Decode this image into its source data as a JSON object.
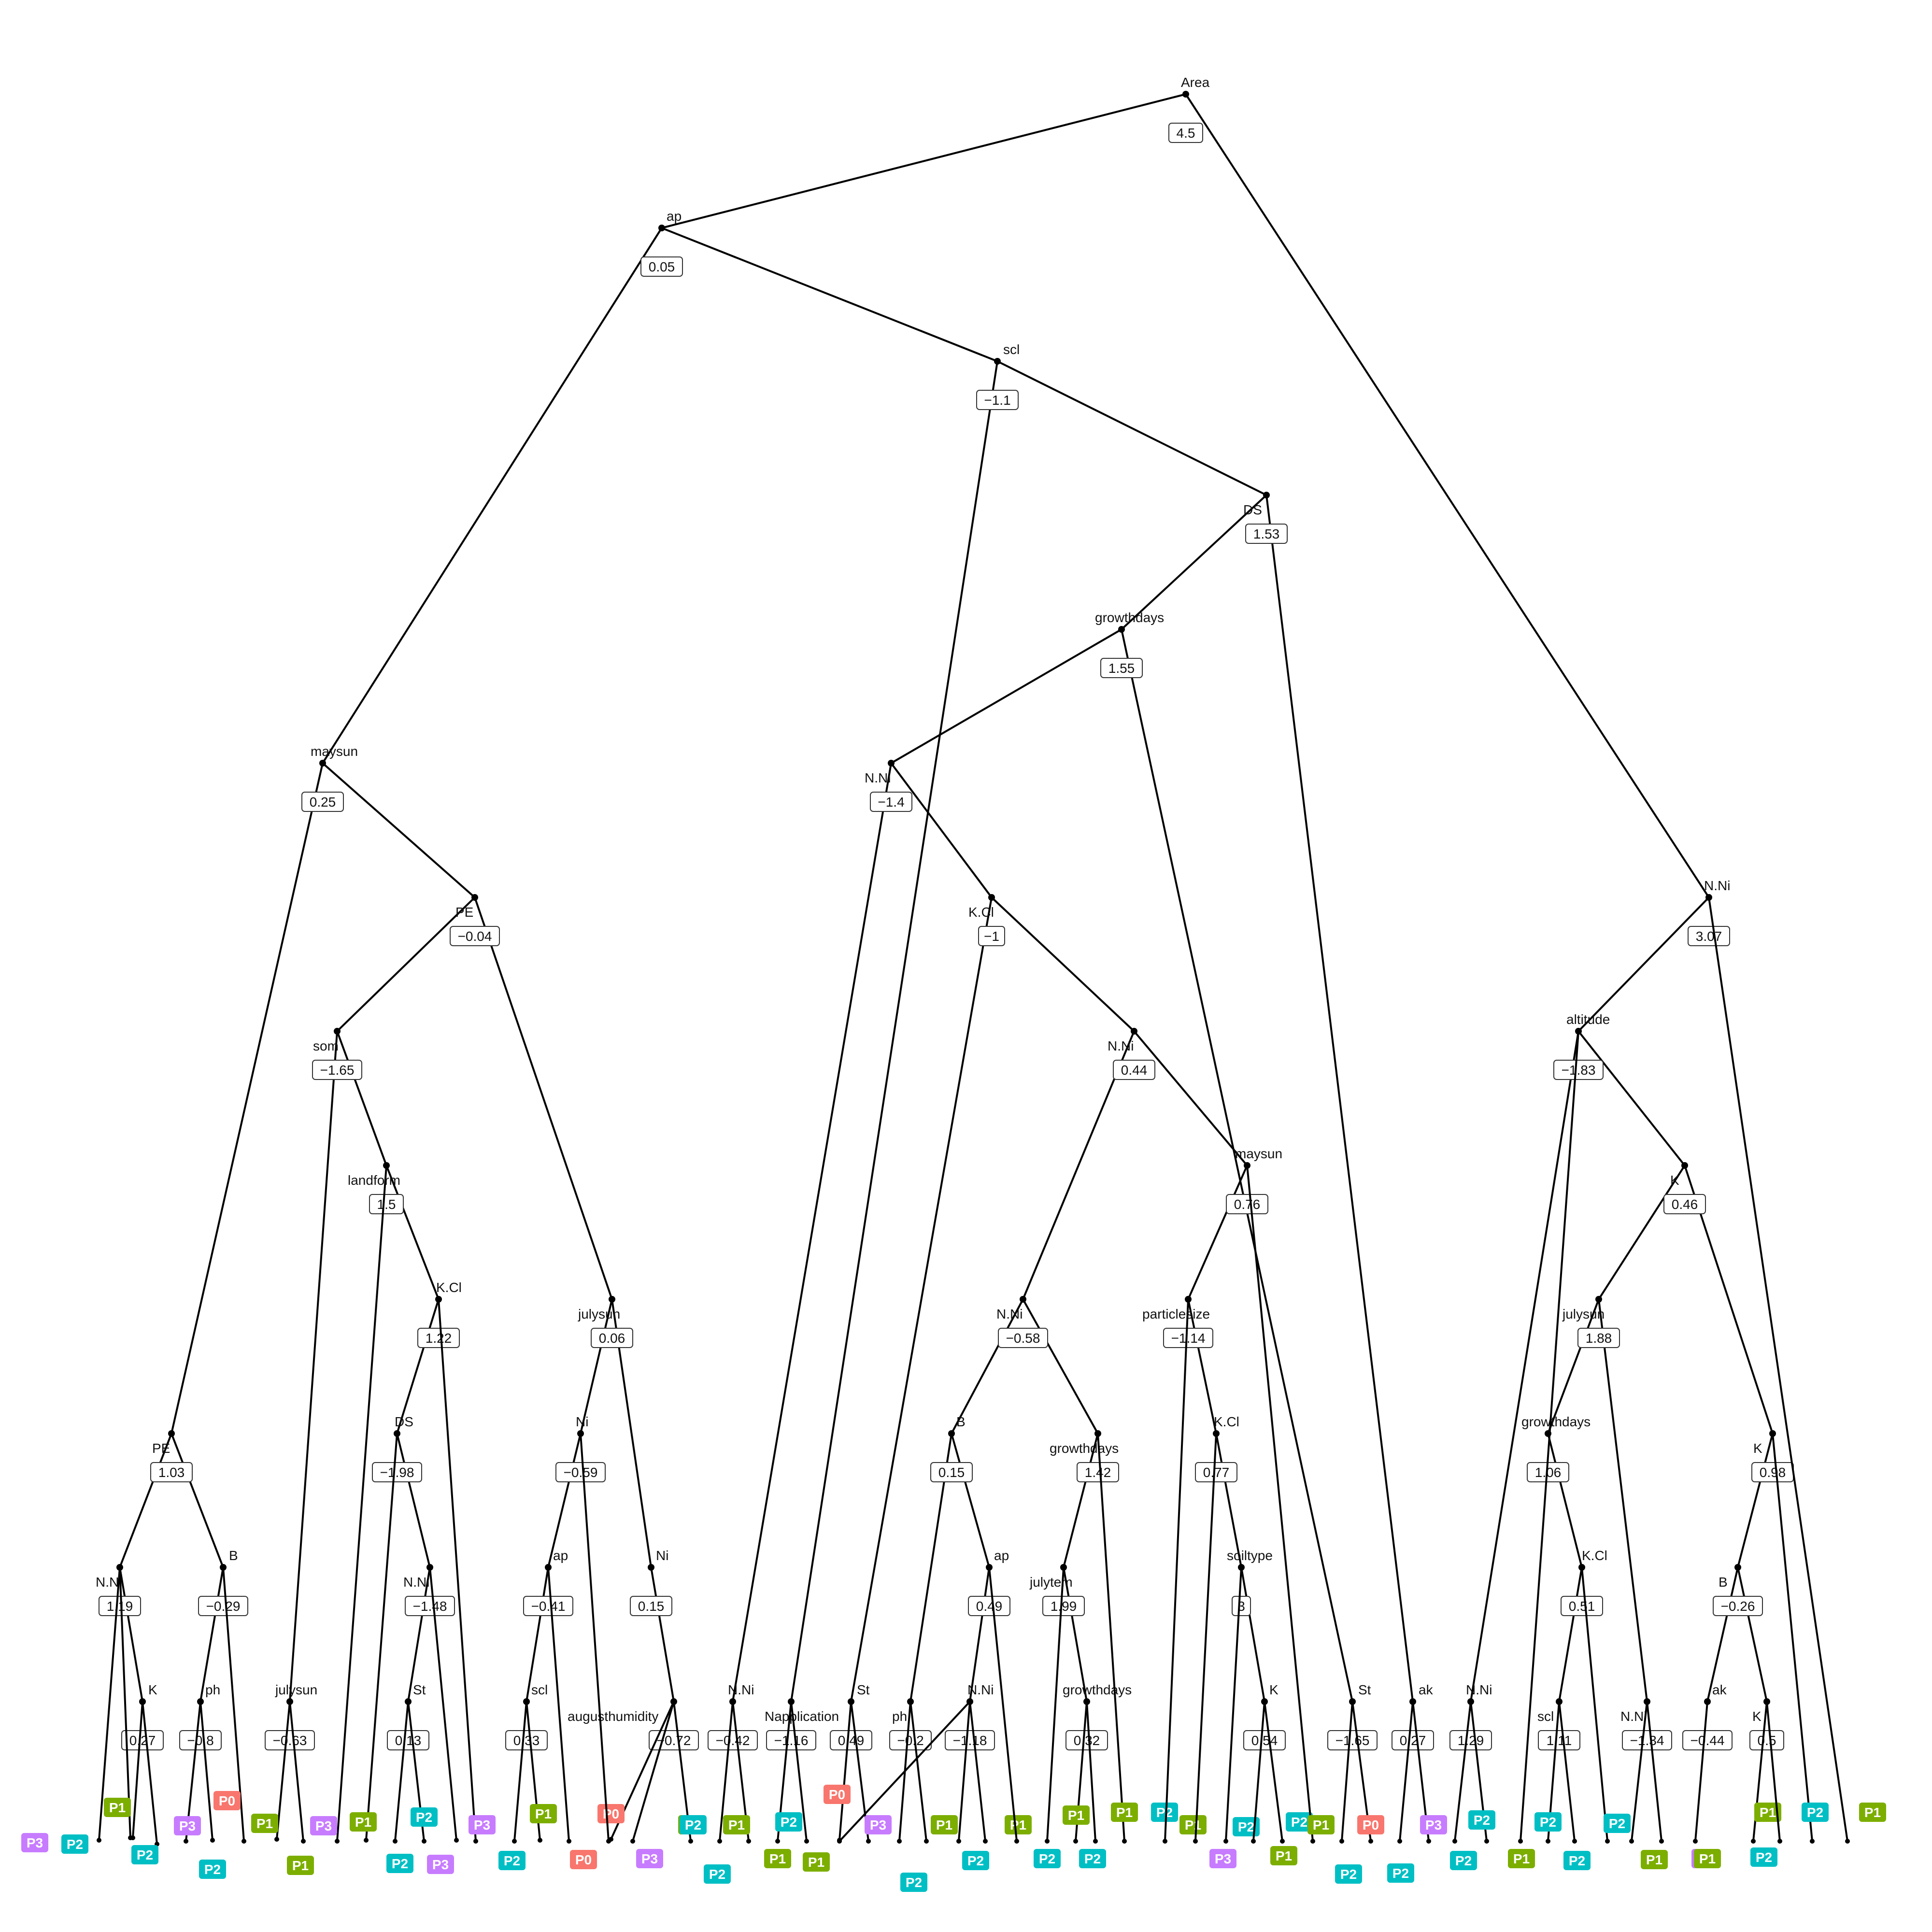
{
  "colors": {
    "P0": "#F8766D",
    "P1": "#7CAE00",
    "P2": "#00BFC4",
    "P3": "#C77CFF",
    "edge": "#000000"
  },
  "nodes": [
    {
      "id": "root",
      "label": "Area",
      "value": "4.5"
    },
    {
      "id": "ap",
      "label": "ap",
      "value": "0.05"
    },
    {
      "id": "scl",
      "label": "scl",
      "value": "−1.1"
    },
    {
      "id": "ds",
      "label": "DS",
      "value": "1.53"
    },
    {
      "id": "gd",
      "label": "growthdays",
      "value": "1.55"
    },
    {
      "id": "nni1",
      "label": "N.Ni",
      "value": "−1.4"
    },
    {
      "id": "kcl1",
      "label": "K.Cl",
      "value": "−1"
    },
    {
      "id": "nni2",
      "label": "N.Ni",
      "value": "0.44"
    },
    {
      "id": "maysun2",
      "label": "maysun",
      "value": "0.76"
    },
    {
      "id": "nni3",
      "label": "N.Ni",
      "value": "−0.58"
    },
    {
      "id": "psize",
      "label": "particlesize",
      "value": "−1.14"
    },
    {
      "id": "b2",
      "label": "B",
      "value": "0.15"
    },
    {
      "id": "gd2",
      "label": "growthdays",
      "value": "1.42"
    },
    {
      "id": "kcl2",
      "label": "K.Cl",
      "value": "0.77"
    },
    {
      "id": "ap3",
      "label": "ap",
      "value": "0.49"
    },
    {
      "id": "julytem",
      "label": "julytem",
      "value": "1.99"
    },
    {
      "id": "soiltype",
      "label": "soiltype",
      "value": "3"
    },
    {
      "id": "nni4",
      "label": "N.Ni",
      "value": "−1.18"
    },
    {
      "id": "gd3",
      "label": "growthdays",
      "value": "0.32"
    },
    {
      "id": "k5",
      "label": "K",
      "value": "0.54"
    },
    {
      "id": "ph2",
      "label": "ph",
      "value": "−0.2"
    },
    {
      "id": "st2",
      "label": "St",
      "value": "−1.65"
    },
    {
      "id": "ak1",
      "label": "ak",
      "value": "0.27"
    },
    {
      "id": "napp",
      "label": "Napplication",
      "value": "−1.16"
    },
    {
      "id": "st3",
      "label": "St",
      "value": "0.49"
    },
    {
      "id": "nni5",
      "label": "N.Ni",
      "value": "−0.42"
    },
    {
      "id": "maysun1",
      "label": "maysun",
      "value": "0.25"
    },
    {
      "id": "pe1",
      "label": "PE",
      "value": "−0.04"
    },
    {
      "id": "som",
      "label": "som",
      "value": "−1.65"
    },
    {
      "id": "landform",
      "label": "landform",
      "value": "1.5"
    },
    {
      "id": "kcl3",
      "label": "K.Cl",
      "value": "1.22"
    },
    {
      "id": "ds2",
      "label": "DS",
      "value": "−1.98"
    },
    {
      "id": "nni6",
      "label": "N.Ni",
      "value": "−1.48"
    },
    {
      "id": "st1",
      "label": "St",
      "value": "0.13"
    },
    {
      "id": "julysun1",
      "label": "julysun",
      "value": "0.06"
    },
    {
      "id": "ni1",
      "label": "Ni",
      "value": "−0.59"
    },
    {
      "id": "ap2",
      "label": "ap",
      "value": "−0.41"
    },
    {
      "id": "scl2",
      "label": "scl",
      "value": "0.33"
    },
    {
      "id": "ni2",
      "label": "Ni",
      "value": "0.15"
    },
    {
      "id": "augh",
      "label": "augusthumidity",
      "value": "−0.72"
    },
    {
      "id": "pe2",
      "label": "PE",
      "value": "1.03"
    },
    {
      "id": "nni7",
      "label": "N.Ni",
      "value": "1.19"
    },
    {
      "id": "k1",
      "label": "K",
      "value": "0.27"
    },
    {
      "id": "b1",
      "label": "B",
      "value": "−0.29"
    },
    {
      "id": "ph1",
      "label": "ph",
      "value": "−0.8"
    },
    {
      "id": "julysun2",
      "label": "julysun",
      "value": "−0.63"
    },
    {
      "id": "nni8",
      "label": "N.Ni",
      "value": "3.07"
    },
    {
      "id": "alt",
      "label": "altitude",
      "value": "−1.83"
    },
    {
      "id": "k2",
      "label": "K",
      "value": "0.46"
    },
    {
      "id": "julysun3",
      "label": "julysun",
      "value": "1.88"
    },
    {
      "id": "gd4",
      "label": "growthdays",
      "value": "1.06"
    },
    {
      "id": "kcl4",
      "label": "K.Cl",
      "value": "0.51"
    },
    {
      "id": "scl3",
      "label": "scl",
      "value": "1.11"
    },
    {
      "id": "nni9",
      "label": "N.Ni",
      "value": "1.29"
    },
    {
      "id": "nni10",
      "label": "N.Ni",
      "value": "−1.34"
    },
    {
      "id": "k3",
      "label": "K",
      "value": "0.98"
    },
    {
      "id": "b3",
      "label": "B",
      "value": "−0.26"
    },
    {
      "id": "ak2",
      "label": "ak",
      "value": "−0.44"
    },
    {
      "id": "k4",
      "label": "K",
      "value": "0.5"
    }
  ],
  "leaves": [
    "P3",
    "P2",
    "P1",
    "P2",
    "P3",
    "P2",
    "P0",
    "P1",
    "P1",
    "P3",
    "P1",
    "P2",
    "P2",
    "P3",
    "P3",
    "P2",
    "P1",
    "P0",
    "P0",
    "P3",
    "P1",
    "P2",
    "P2",
    "P1",
    "P2",
    "P1",
    "P1",
    "P0",
    "P3",
    "P2",
    "P1",
    "P2",
    "P1",
    "P2",
    "P1",
    "P2",
    "P1",
    "P2",
    "P1",
    "P3",
    "P2",
    "P1",
    "P2",
    "P1",
    "P2",
    "P0",
    "P2",
    "P3",
    "P2",
    "P2",
    "P1",
    "P2",
    "P2",
    "P2",
    "P1",
    "P3",
    "P1",
    "P1",
    "P2",
    "P2",
    "P1"
  ]
}
